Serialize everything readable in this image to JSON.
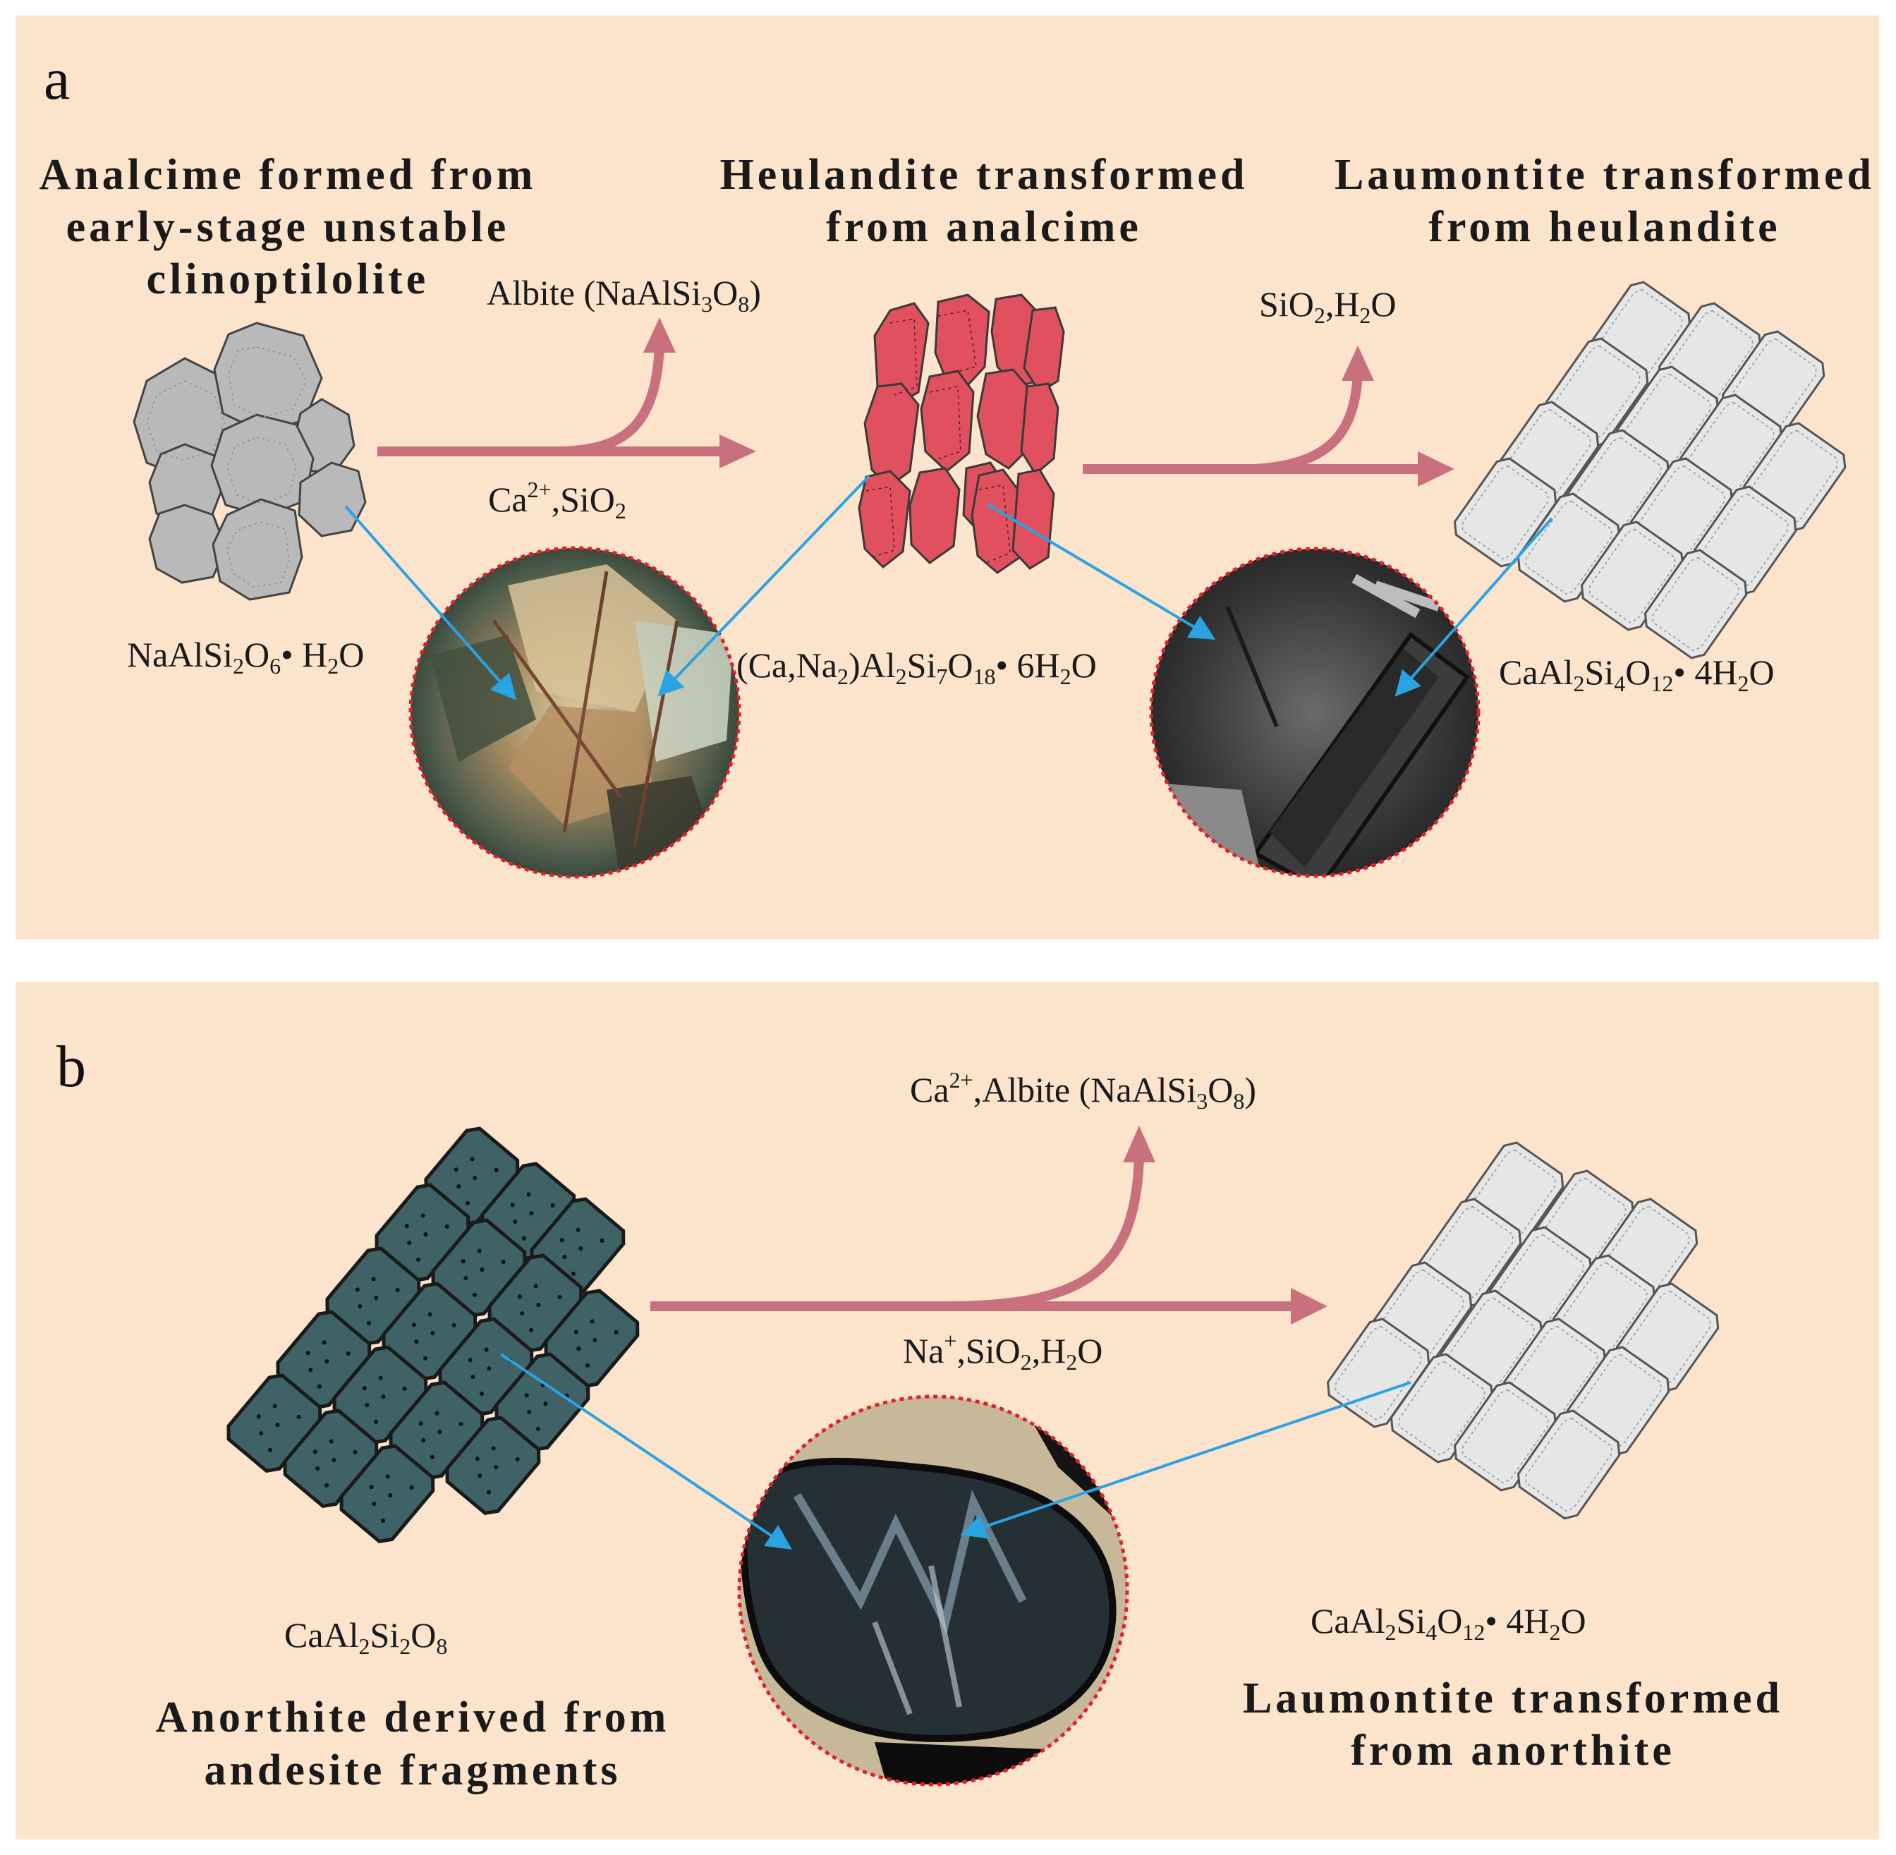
{
  "panel_a": {
    "label": "a",
    "stage1_title": [
      "Analcime formed from",
      "early-stage unstable",
      "clinoptilolite"
    ],
    "stage2_title": [
      "Heulandite transformed",
      "from analcime"
    ],
    "stage3_title": [
      "Laumontite transformed",
      "from heulandite"
    ],
    "byproduct1": {
      "pre": "Albite (NaAlSi",
      "s1": "3",
      "mid": "O",
      "s2": "8",
      "post": ")"
    },
    "reactant1": {
      "pre": "Ca",
      "sup": "2+",
      "mid": ",SiO",
      "sub": "2"
    },
    "byproduct2": {
      "pre": "SiO",
      "sub": "2",
      "post": ",H",
      "sub2": "2",
      "end": "O"
    },
    "formula1": {
      "t1": "NaAlSi",
      "s1": "2",
      "t2": "O",
      "s2": "6",
      "t3": "• H",
      "s3": "2",
      "t4": "O"
    },
    "formula2": {
      "t1": "(Ca,Na",
      "s1": "2",
      "t2": ")Al",
      "s2": "2",
      "t3": "Si",
      "s3": "7",
      "t4": "O",
      "s4": "18",
      "t5": "• 6H",
      "s5": "2",
      "t6": "O"
    },
    "formula3": {
      "t1": "CaAl",
      "s1": "2",
      "t2": "Si",
      "s2": "4",
      "t3": "O",
      "s3": "12",
      "t4": "• 4H",
      "s4": "2",
      "t5": "O"
    }
  },
  "panel_b": {
    "label": "b",
    "byproduct": {
      "pre": "Ca",
      "sup": "2+",
      "mid": ",Albite (NaAlSi",
      "s1": "3",
      "t2": "O",
      "s2": "8",
      "post": ")"
    },
    "reactant": {
      "pre": "Na",
      "sup": "+",
      "mid": ",SiO",
      "sub": "2",
      "post": ",H",
      "sub2": "2",
      "end": "O"
    },
    "formula_left": {
      "t1": "CaAl",
      "s1": "2",
      "t2": "Si",
      "s2": "2",
      "t3": "O",
      "s3": "8"
    },
    "formula_right": {
      "t1": "CaAl",
      "s1": "2",
      "t2": "Si",
      "s2": "4",
      "t3": "O",
      "s3": "12",
      "t4": "• 4H",
      "s4": "2",
      "t5": "O"
    },
    "left_title": [
      "Anorthite derived from",
      "andesite fragments"
    ],
    "right_title": [
      "Laumontite transformed",
      "from anorthite"
    ]
  },
  "colors": {
    "panel_bg": "#fce3cc",
    "arrow": "#c9707e",
    "pointer": "#2aa3e3",
    "analcime": "#b9b9b9",
    "heulandite": "#e0505e",
    "laumontite": "#e6e6e6",
    "anorthite": "#3f6266",
    "lens_border": "#e0202a"
  }
}
